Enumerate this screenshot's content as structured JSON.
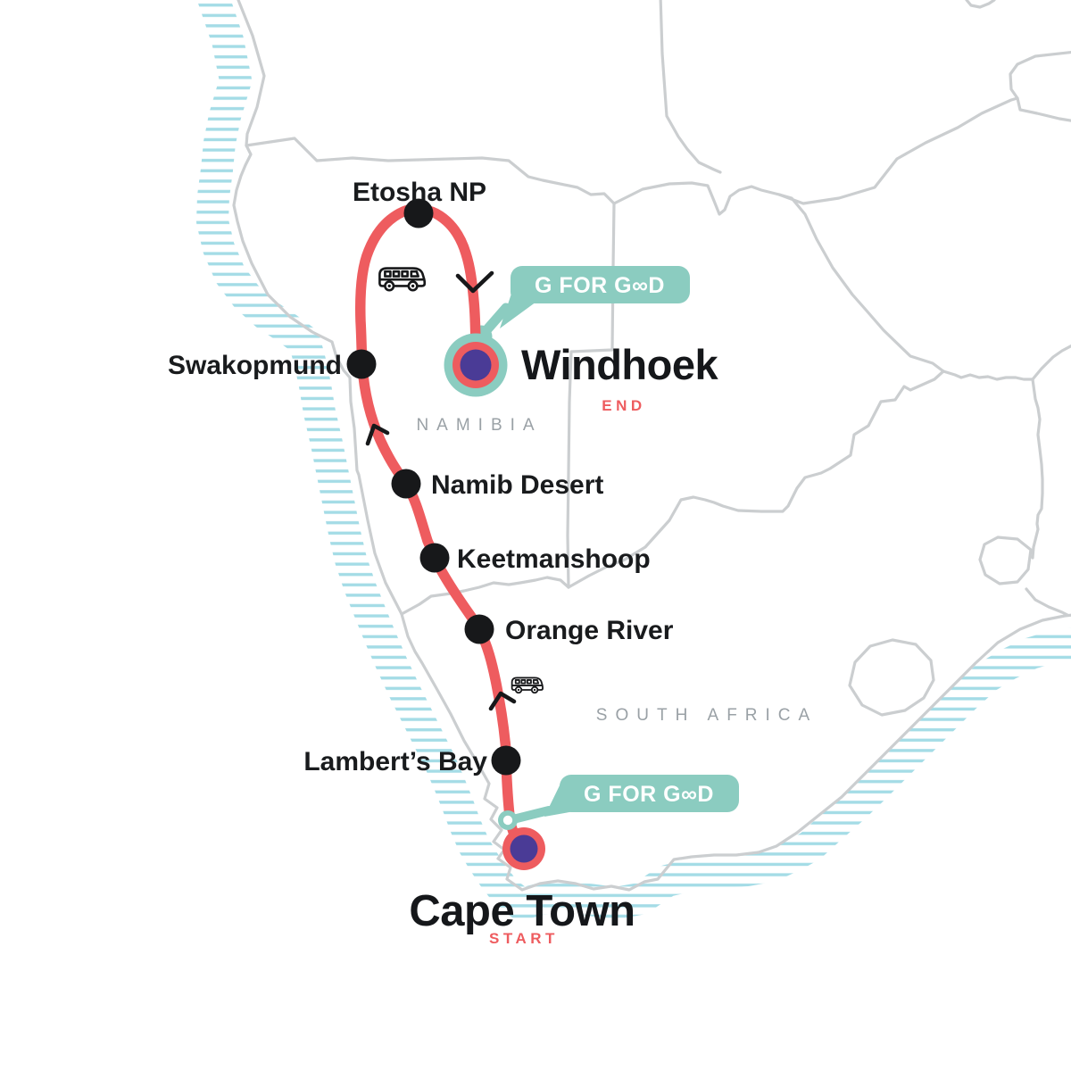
{
  "countries": {
    "namibia": "NAMIBIA",
    "south_africa": "SOUTH AFRICA"
  },
  "route": {
    "start": {
      "name": "Cape Town",
      "role_label": "START"
    },
    "end": {
      "name": "Windhoek",
      "role_label": "END"
    },
    "stops": [
      {
        "name": "Lambert’s Bay"
      },
      {
        "name": "Orange River"
      },
      {
        "name": "Keetmanshoop"
      },
      {
        "name": "Namib Desert"
      },
      {
        "name": "Swakopmund"
      },
      {
        "name": "Etosha NP"
      }
    ],
    "transport_mode": "bus",
    "bus_icon_count": 2,
    "direction_arrow_count": 3
  },
  "badges": {
    "g_for_good": {
      "label": "G FOR GOOD",
      "display": "G FOR G∞D"
    }
  },
  "colors": {
    "route_red": "#ee5c5f",
    "accent_teal": "#8bccc0",
    "marker_purple": "#4a3b96",
    "stop_dot_black": "#17181a",
    "border_gray": "#cbced0",
    "coast_hatch_teal": "#a4dce6",
    "country_label_gray": "#9aa1a6",
    "background": "#ffffff"
  }
}
